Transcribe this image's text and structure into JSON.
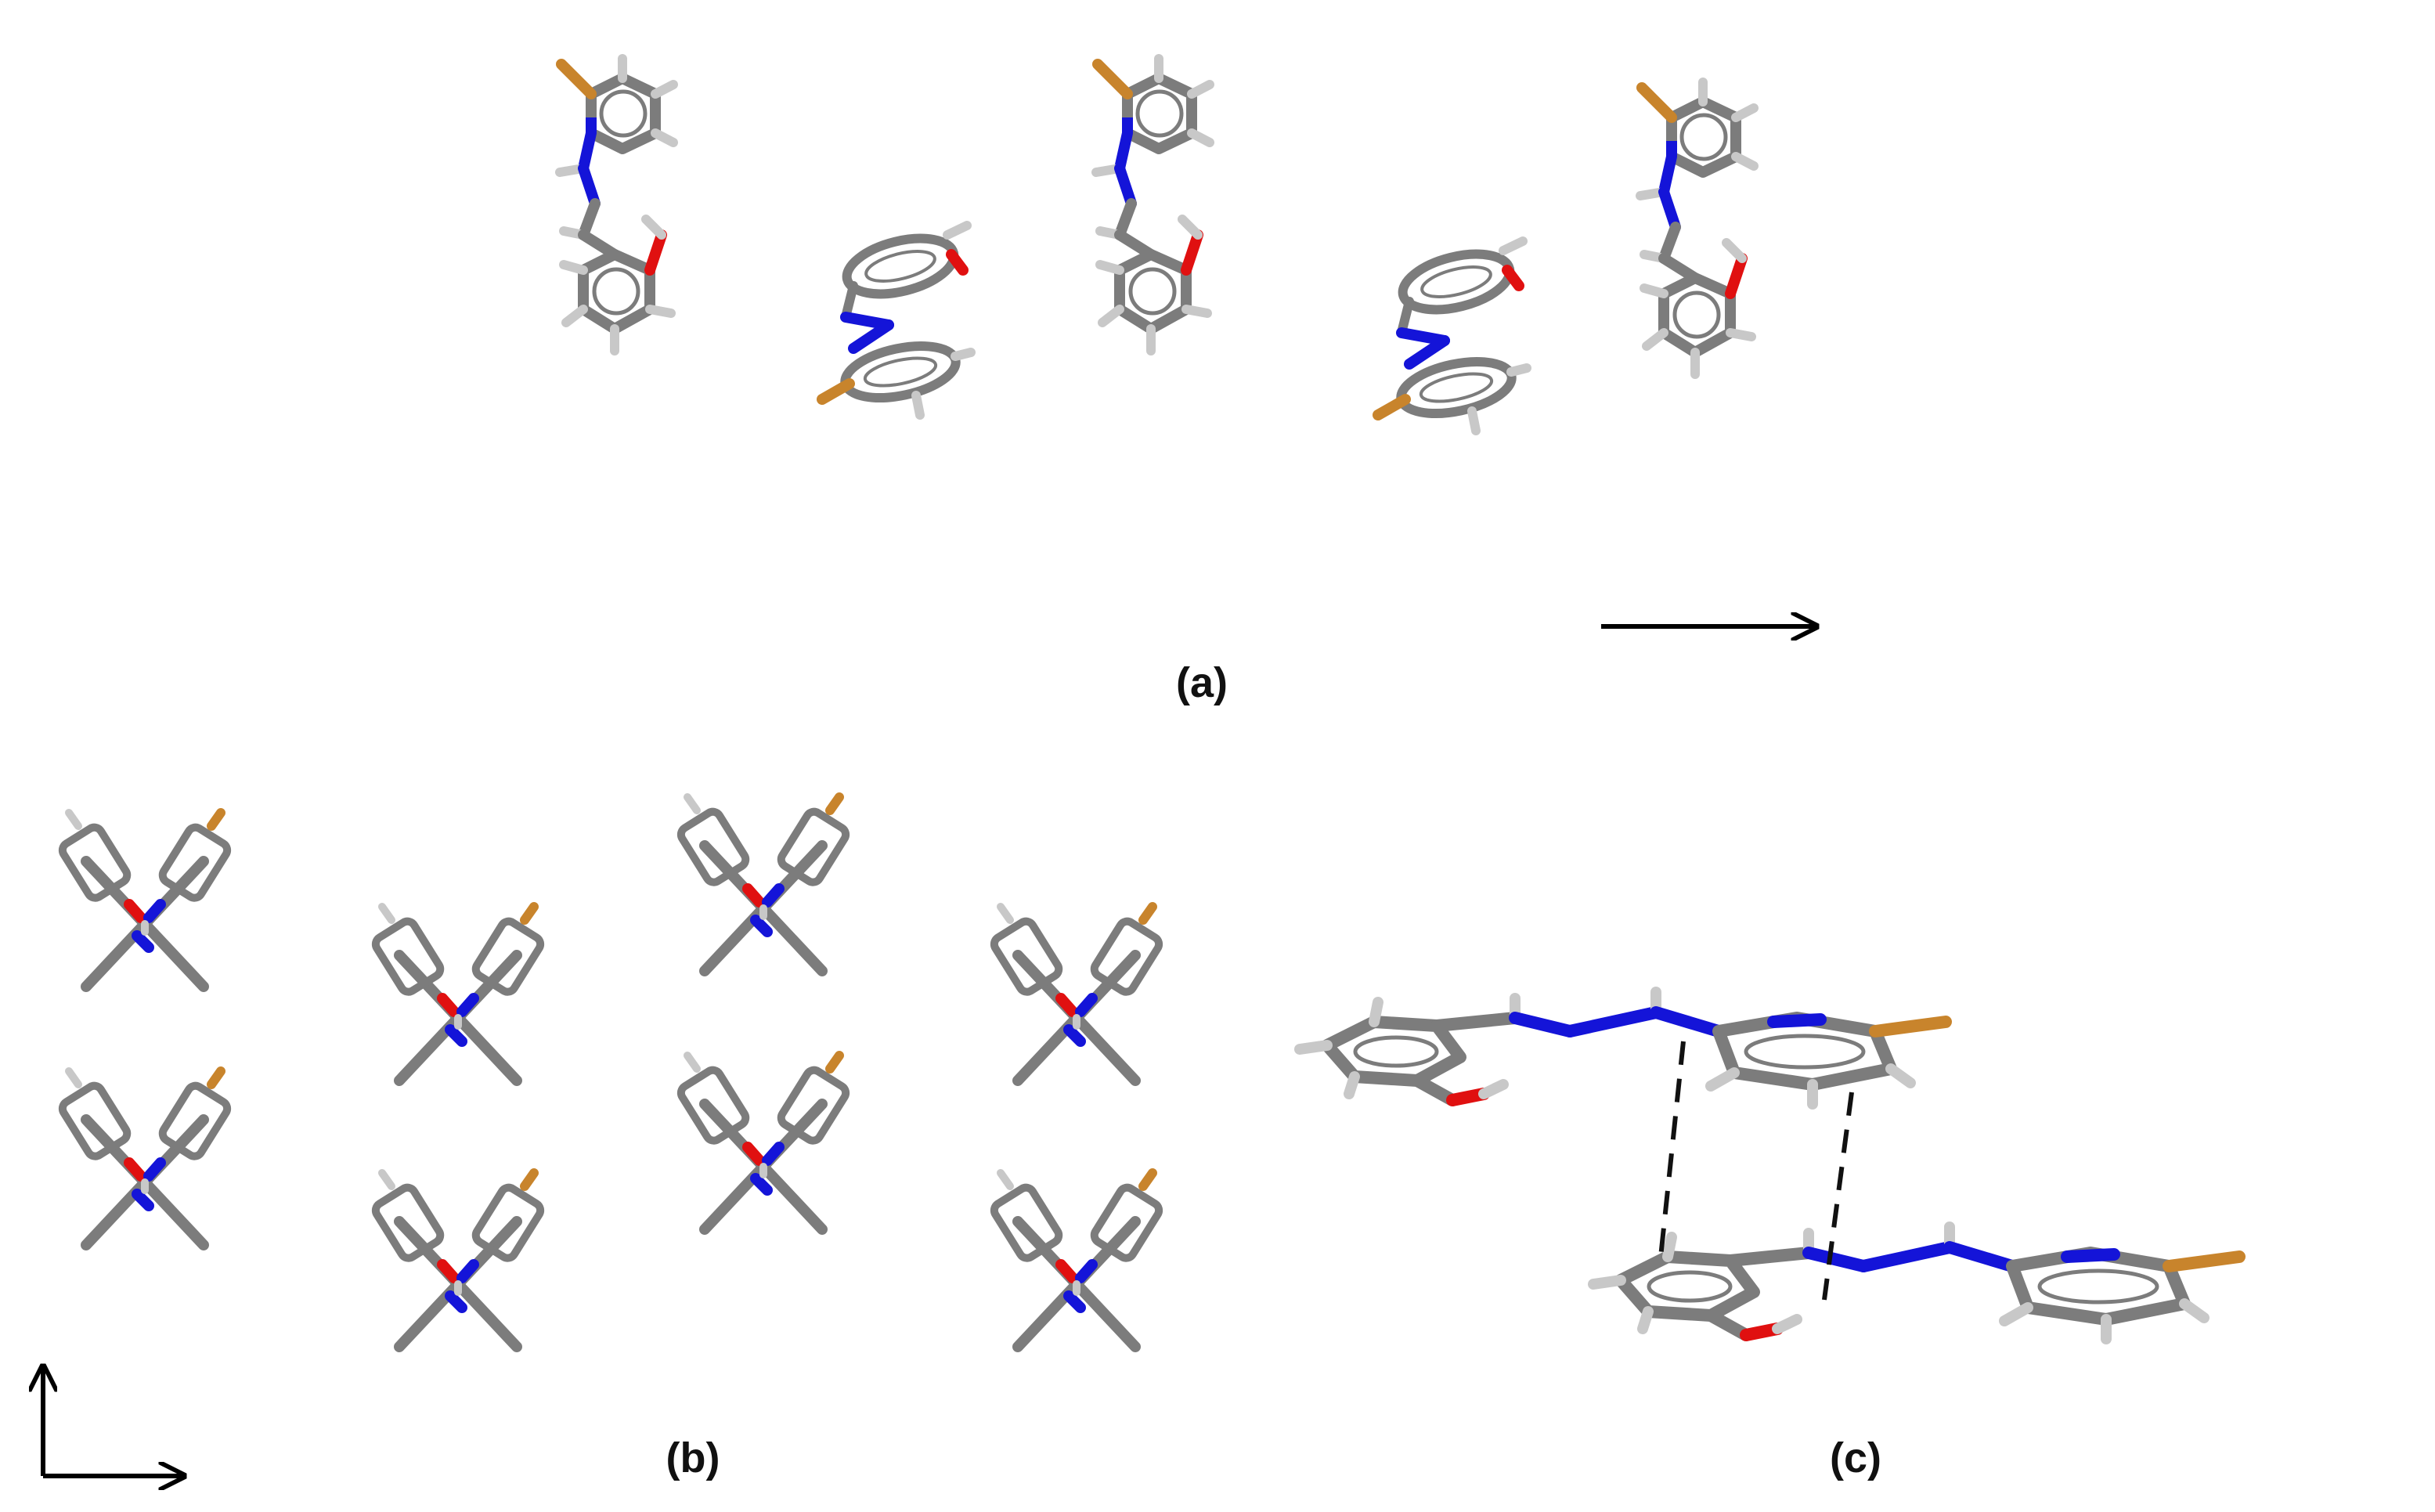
{
  "figure": {
    "panels": [
      {
        "id": "a",
        "label": "(a)"
      },
      {
        "id": "b",
        "label": "(b)"
      },
      {
        "id": "c",
        "label": "(c)"
      }
    ]
  },
  "colors": {
    "carbon": "#8a8a8a",
    "carbon_edge": "#5f5f5f",
    "hydrogen": "#c8c8c8",
    "nitrogen": "#1414d8",
    "oxygen": "#e01010",
    "bromine": "#c8842c",
    "axis": "#000000",
    "contact": "#111111"
  },
  "icons": [
    "direction-arrow-icon",
    "axis-arrows-icon",
    "molecule-stick-icon",
    "contact-line-icon"
  ]
}
